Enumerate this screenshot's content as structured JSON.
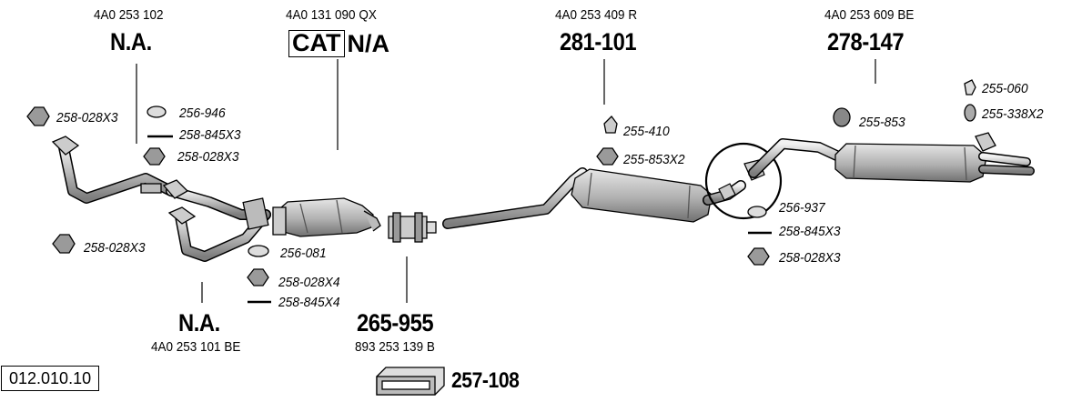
{
  "diagram": {
    "oe_numbers": {
      "front_pipe_1": "4A0 253 102",
      "front_pipe_2": "4A0 253 101 BE",
      "catalyst": "4A0 131 090 QX",
      "middle_box": "4A0 253 409 R",
      "rear_box": "4A0 253 609 BE",
      "center_pipe": "893 253 139 B"
    },
    "part_numbers": {
      "front_pipe_1": "N.A.",
      "front_pipe_2": "N.A.",
      "catalyst_badge": "CAT",
      "catalyst": "N/A",
      "middle_box": "281-101",
      "rear_box": "278-147",
      "center_pipe": "265-955",
      "fitting_kit": "257-108"
    },
    "hardware": {
      "nut_1": "258-028X3",
      "gasket_1": "256-946",
      "bolt_1": "258-845X3",
      "nut_2": "258-028X3",
      "nut_3": "258-028X3",
      "gasket_2": "256-081",
      "nut_4": "258-028X4",
      "bolt_2": "258-845X4",
      "hanger_1": "255-410",
      "nut_5": "255-853X2",
      "ring_1": "255-853",
      "hanger_2": "255-060",
      "ring_2": "255-338X2",
      "gasket_3": "256-937",
      "bolt_3": "258-845X3",
      "nut_6": "258-028X3"
    },
    "diagram_code": "012.010.10"
  },
  "colors": {
    "ink": "#000000",
    "part_fill": "#c8c8c8",
    "part_shade": "#8a8a8a",
    "background": "#ffffff"
  }
}
